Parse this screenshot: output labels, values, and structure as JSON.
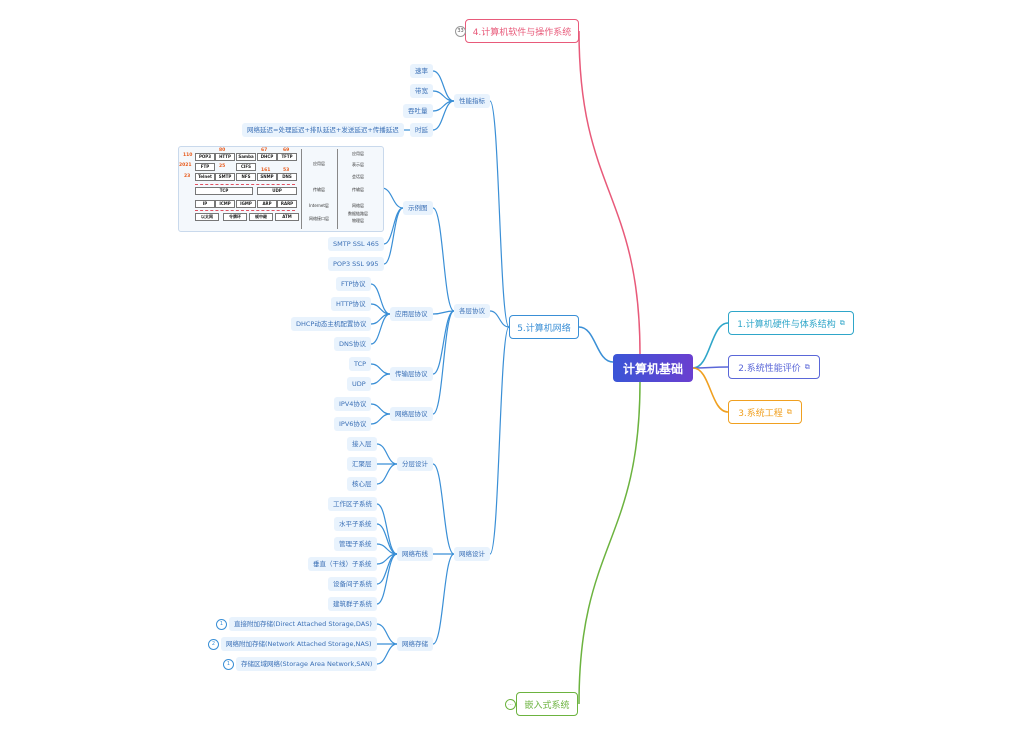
{
  "root": "计算机基础",
  "right": [
    {
      "label": "1.计算机硬件与体系结构",
      "color": "#2fa6c9"
    },
    {
      "label": "2.系统性能评价",
      "color": "#5a67d8"
    },
    {
      "label": "3.系统工程",
      "color": "#f0a020"
    }
  ],
  "top": {
    "label": "4.计算机软件与操作系统",
    "badge": "33",
    "color": "#e85a7a"
  },
  "bottom": {
    "label": "嵌入式系统",
    "badge": "...",
    "color": "#6cb33f"
  },
  "network": {
    "label": "5.计算机网络",
    "perf": {
      "label": "性能指标",
      "items": [
        "速率",
        "带宽",
        "吞吐量",
        "时延"
      ],
      "delay_note": "网络延迟=处理延迟+排队延迟+发送延迟+传播延迟"
    },
    "proto": {
      "label": "各层协议",
      "diagram": {
        "label": "示例图",
        "extra": [
          "SMTP SSL 465",
          "POP3 SSL 995"
        ]
      },
      "app": {
        "label": "应用层协议",
        "items": [
          "FTP协议",
          "HTTP协议",
          "DHCP动态主机配置协议",
          "DNS协议"
        ]
      },
      "transport": {
        "label": "传输层协议",
        "items": [
          "TCP",
          "UDP"
        ]
      },
      "netlayer": {
        "label": "网络层协议",
        "items": [
          "IPV4协议",
          "IPV6协议"
        ]
      }
    },
    "design": {
      "label": "网络设计",
      "layers": {
        "label": "分层设计",
        "items": [
          "接入层",
          "汇聚层",
          "核心层"
        ]
      },
      "cabling": {
        "label": "网络布线",
        "items": [
          "工作区子系统",
          "水平子系统",
          "管理子系统",
          "垂直（干线）子系统",
          "设备间子系统",
          "建筑群子系统"
        ]
      },
      "storage": {
        "label": "网络存储",
        "items": [
          {
            "label": "直接附加存储(Direct Attached Storage,DAS)",
            "badge": "1"
          },
          {
            "label": "网络附加存储(Network Attached Storage,NAS)",
            "badge": "2"
          },
          {
            "label": "存储区域网络(Storage Area Network,SAN)",
            "badge": "1"
          }
        ]
      }
    }
  },
  "diagram_cells": {
    "row1": [
      "POP3",
      "HTTP",
      "Samba",
      "DHCP",
      "TFTP"
    ],
    "row2": [
      "FTP",
      "CIFS"
    ],
    "row3": [
      "Telnet",
      "SMTP",
      "NFS",
      "SNMP",
      "DNS"
    ],
    "row4": [
      "TCP",
      "UDP"
    ],
    "row5": [
      "IP",
      "ICMP",
      "IGMP",
      "ARP",
      "RARP"
    ],
    "row6": [
      "以太网",
      "令牌环",
      "帧中继",
      "ATM"
    ],
    "nums": [
      "110",
      "80",
      "67",
      "69",
      "2021",
      "25",
      "161",
      "53",
      "23"
    ],
    "layers_mid": [
      "应用层",
      "传输层",
      "Internet层",
      "网络接口层"
    ],
    "layers_right": [
      "应用层",
      "表示层",
      "会话层",
      "传输层",
      "网络层",
      "数据链路层",
      "物理层"
    ]
  }
}
